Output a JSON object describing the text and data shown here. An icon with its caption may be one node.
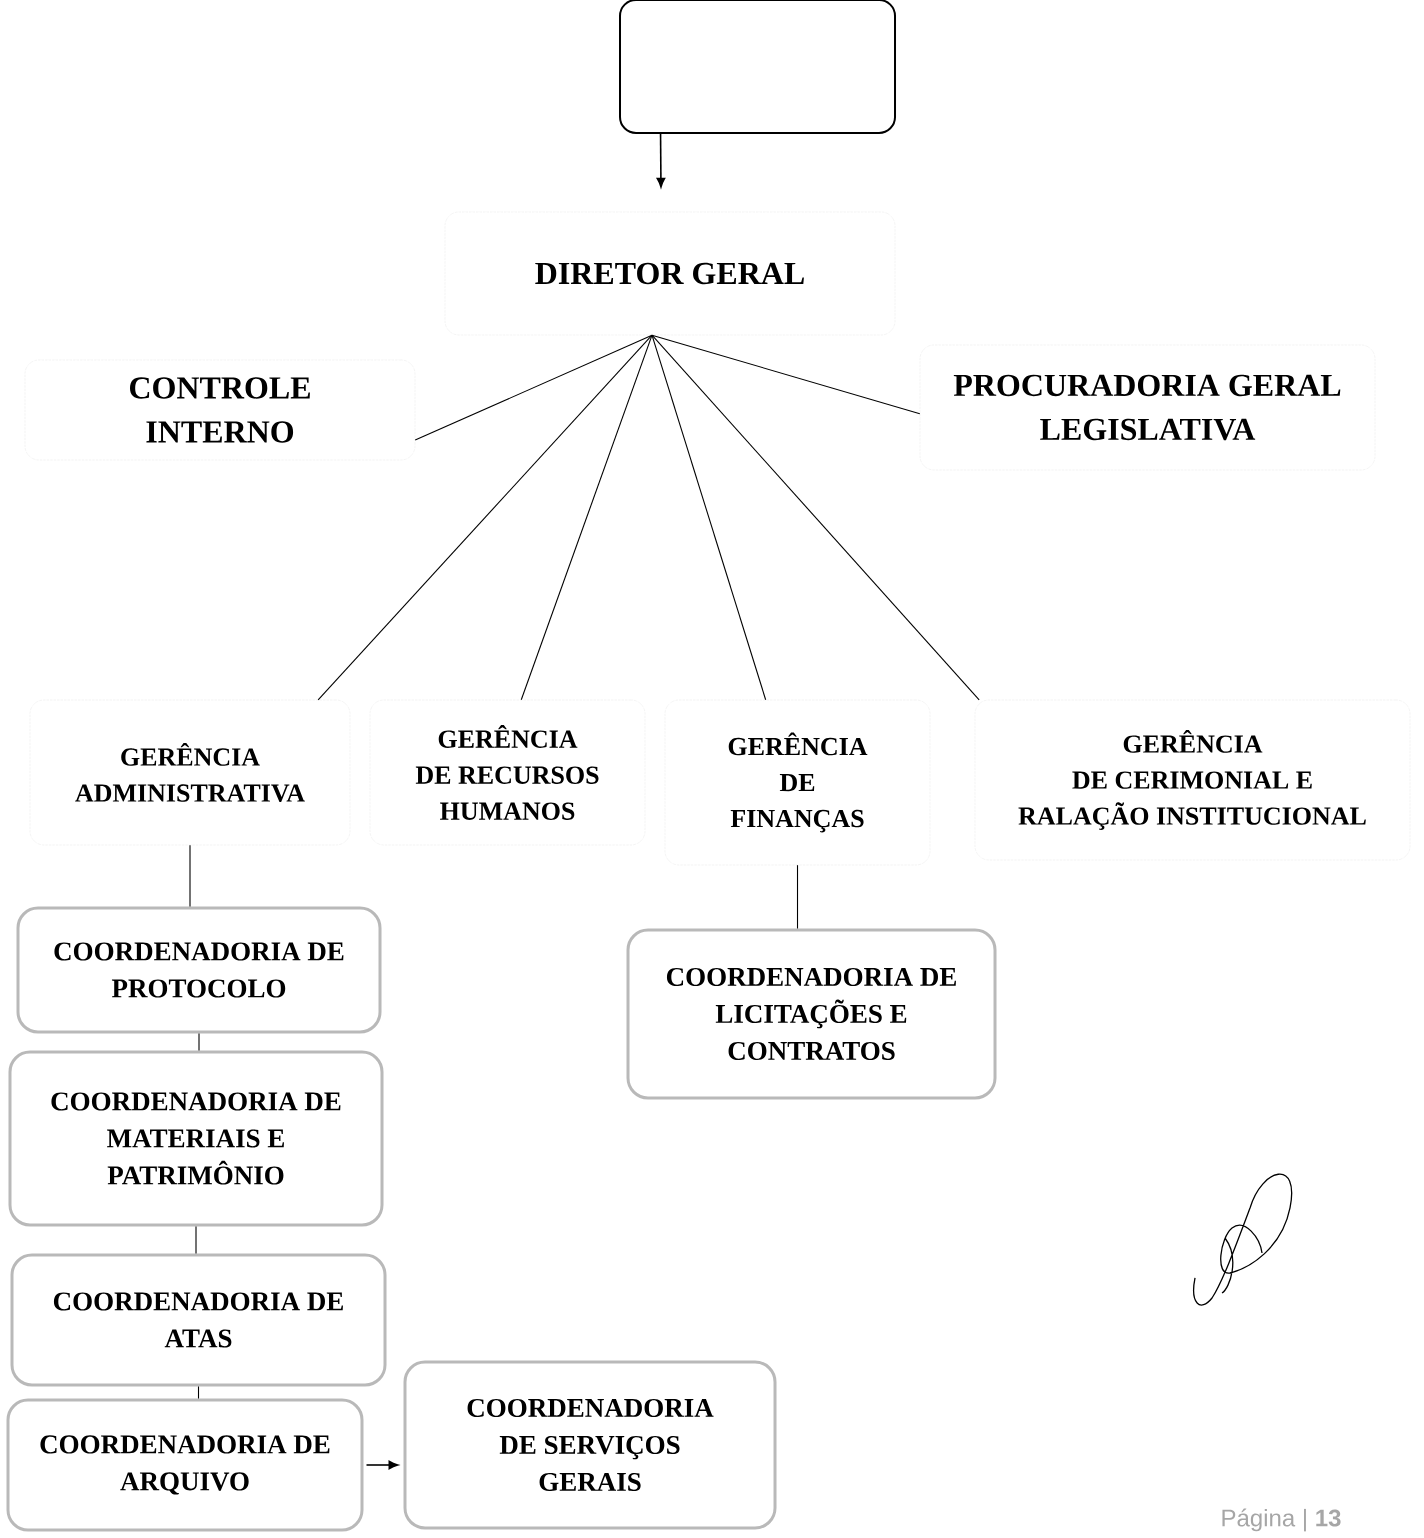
{
  "diagram": {
    "nodes": [
      {
        "text": [],
        "shape": "box"
      },
      {
        "text": [
          "DIRETOR GERAL"
        ]
      },
      {
        "text": [
          "CONTROLE INTERNO"
        ]
      },
      {
        "text": [
          "PROCURADORIA GERAL LEGISLATIVA"
        ]
      },
      {
        "text": [
          "GERÊNCIA",
          "ADMINISTRATIVA"
        ]
      },
      {
        "text": [
          "GERÊNCIA",
          "DE RECURSOS HUMANOS"
        ]
      },
      {
        "text": [
          "GERÊNCIA",
          "DE FINANÇAS"
        ]
      },
      {
        "text": [
          "GERÊNCIA",
          "DE CERIMONIAL E RALAÇÃO INSTITUCIONAL"
        ]
      },
      {
        "text": [
          "COORDENADORIA DE PROTOCOLO"
        ]
      },
      {
        "text": [
          "COORDENADORIA DE LICITAÇÕES E CONTRATOS"
        ]
      },
      {
        "text": [
          "COORDENADORIA DE MATERIAIS E PATRIMÔNIO"
        ]
      },
      {
        "text": [
          "COORDENADORIA DE ATAS"
        ]
      },
      {
        "text": [
          "COORDENADORIA DE ARQUIVO"
        ]
      },
      {
        "text": [
          "COORDENADORIA DE SERVIÇOS GERAIS"
        ]
      }
    ],
    "edges": [
      {
        "from": 0,
        "to": 1,
        "arrow": "to"
      },
      {
        "from": 1,
        "to": 2,
        "arrow": "none"
      },
      {
        "from": 1,
        "to": 3,
        "arrow": "none"
      },
      {
        "from": 1,
        "to": 4,
        "arrow": "none"
      },
      {
        "from": 1,
        "to": 5,
        "arrow": "none"
      },
      {
        "from": 1,
        "to": 6,
        "arrow": "none"
      },
      {
        "from": 1,
        "to": 7,
        "arrow": "none"
      },
      {
        "from": 4,
        "to": 8,
        "arrow": "none"
      },
      {
        "from": 8,
        "to": 10,
        "arrow": "none"
      },
      {
        "from": 10,
        "to": 11,
        "arrow": "none"
      },
      {
        "from": 11,
        "to": 12,
        "arrow": "none"
      },
      {
        "from": 12,
        "to": 13,
        "arrow": "to"
      },
      {
        "from": 6,
        "to": 9,
        "arrow": "none"
      }
    ],
    "labels": [
      "Página | **13**"
    ]
  }
}
